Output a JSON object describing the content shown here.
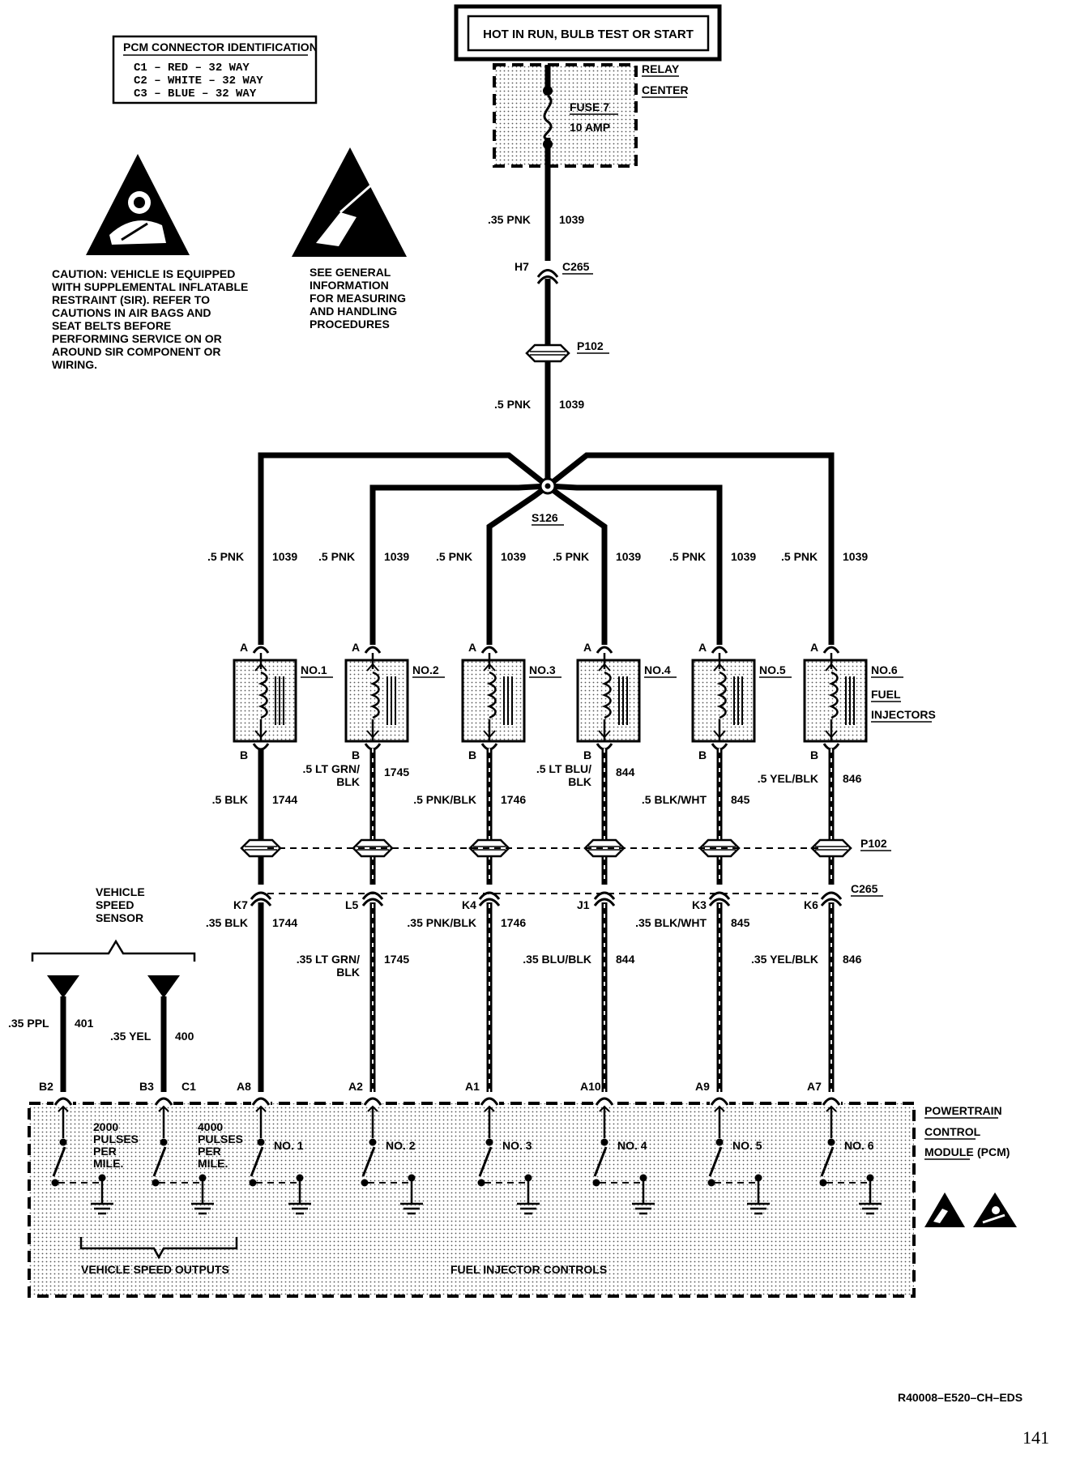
{
  "power_source": "HOT IN RUN, BULB TEST OR START",
  "relay_center": {
    "line1": "RELAY",
    "line2": "CENTER",
    "fuse_name": "FUSE 7",
    "fuse_rating": "10 AMP"
  },
  "connector_table": {
    "title": "PCM CONNECTOR IDENTIFICATION",
    "rows": [
      "C1  –  RED  –  32 WAY",
      "C2  –  WHITE  –  32 WAY",
      "C3  –  BLUE  –  32 WAY"
    ]
  },
  "caution_sir": [
    "CAUTION: VEHICLE IS EQUIPPED",
    "WITH SUPPLEMENTAL INFLATABLE",
    "RESTRAINT (SIR). REFER TO",
    "CAUTIONS IN AIR BAGS AND",
    "SEAT BELTS BEFORE",
    "PERFORMING SERVICE ON OR",
    "AROUND SIR COMPONENT OR",
    "WIRING."
  ],
  "esd_note": [
    "SEE GENERAL",
    "INFORMATION",
    "FOR MEASURING",
    "AND HANDLING",
    "PROCEDURES"
  ],
  "feed": {
    "wire1_label": ".35 PNK",
    "wire1_circuit": "1039",
    "h7": "H7",
    "c265": "C265",
    "p102": "P102",
    "wire2_label": ".5 PNK",
    "wire2_circuit": "1039",
    "splice": "S126"
  },
  "branches": [
    {
      "wire": ".5 PNK",
      "circuit": "1039"
    },
    {
      "wire": ".5 PNK",
      "circuit": "1039"
    },
    {
      "wire": ".5 PNK",
      "circuit": "1039"
    },
    {
      "wire": ".5 PNK",
      "circuit": "1039"
    },
    {
      "wire": ".5 PNK",
      "circuit": "1039"
    },
    {
      "wire": ".5 PNK",
      "circuit": "1039"
    }
  ],
  "injectors": [
    {
      "name": "NO.1",
      "pin_a": "A",
      "pin_b": "B",
      "out_wire": [
        ".5 BLK"
      ],
      "out_circuit": "1744",
      "k_pin": "K7",
      "pcm_wire": [
        ".35 BLK"
      ],
      "pcm_circuit": "1744",
      "pcm_pin": "A8",
      "pcm_label": "NO. 1"
    },
    {
      "name": "NO.2",
      "pin_a": "A",
      "pin_b": "B",
      "out_wire": [
        ".5 LT GRN/",
        "BLK"
      ],
      "out_circuit": "1745",
      "k_pin": "L5",
      "pcm_wire": [
        ".35 LT GRN/",
        "BLK"
      ],
      "pcm_circuit": "1745",
      "pcm_pin": "A2",
      "pcm_label": "NO. 2"
    },
    {
      "name": "NO.3",
      "pin_a": "A",
      "pin_b": "B",
      "out_wire": [
        ".5 PNK/BLK"
      ],
      "out_circuit": "1746",
      "k_pin": "K4",
      "pcm_wire": [
        ".35 PNK/BLK"
      ],
      "pcm_circuit": "1746",
      "pcm_pin": "A1",
      "pcm_label": "NO. 3"
    },
    {
      "name": "NO.4",
      "pin_a": "A",
      "pin_b": "B",
      "out_wire": [
        ".5 LT BLU/",
        "BLK"
      ],
      "out_circuit": "844",
      "k_pin": "J1",
      "pcm_wire": [
        ".35 BLU/BLK"
      ],
      "pcm_circuit": "844",
      "pcm_pin": "A10",
      "pcm_label": "NO. 4"
    },
    {
      "name": "NO.5",
      "pin_a": "A",
      "pin_b": "B",
      "out_wire": [
        ".5 BLK/WHT"
      ],
      "out_circuit": "845",
      "k_pin": "K3",
      "pcm_wire": [
        ".35 BLK/WHT"
      ],
      "pcm_circuit": "845",
      "pcm_pin": "A9",
      "pcm_label": "NO. 5"
    },
    {
      "name": "NO.6",
      "pin_a": "A",
      "pin_b": "B",
      "out_wire": [
        ".5 YEL/BLK"
      ],
      "out_circuit": "846",
      "k_pin": "K6",
      "pcm_wire": [
        ".35 YEL/BLK"
      ],
      "pcm_circuit": "846",
      "pcm_pin": "A7",
      "pcm_label": "NO. 6"
    }
  ],
  "injector_group": {
    "line1": "FUEL",
    "line2": "INJECTORS"
  },
  "harness": {
    "p102": "P102",
    "c265": "C265"
  },
  "vss": {
    "title": [
      "VEHICLE",
      "SPEED",
      "SENSOR"
    ],
    "wire_a": ".35 PPL",
    "circuit_a": "401",
    "pin_a": "B2",
    "wire_b": ".35 YEL",
    "circuit_b": "400",
    "pin_b": "B3",
    "pin_c": "C1",
    "out_a": [
      "2000",
      "PULSES",
      "PER",
      "MILE."
    ],
    "out_b": [
      "4000",
      "PULSES",
      "PER",
      "MILE."
    ]
  },
  "pcm": {
    "name1": "POWERTRAIN",
    "name2": "CONTROL",
    "name3": "MODULE",
    "name3_suffix": "(PCM)",
    "group_vss": "VEHICLE SPEED OUTPUTS",
    "group_inj": "FUEL INJECTOR CONTROLS"
  },
  "drawing_id": "R40008–E520–CH–EDS",
  "page_number": "141"
}
